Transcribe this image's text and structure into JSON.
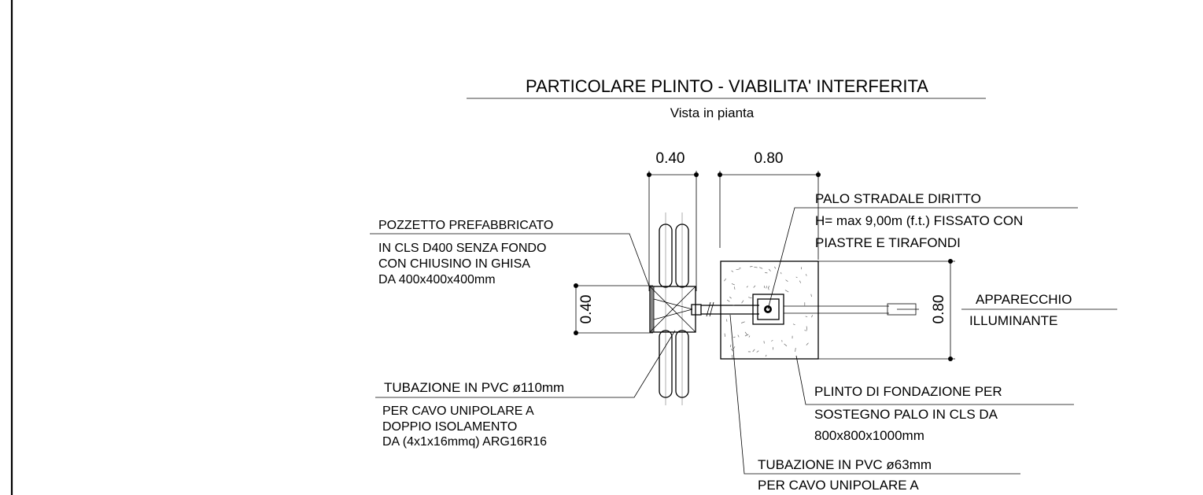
{
  "title": "PARTICOLARE PLINTO - VIABILITA' INTERFERITA",
  "subtitle": "Vista in pianta",
  "dimensions": {
    "pozzetto_width": "0.40",
    "plinto_width": "0.80",
    "pozzetto_height": "0.40",
    "plinto_height": "0.80"
  },
  "labels": {
    "palo": [
      "PALO STRADALE DIRITTO",
      "H= max 9,00m (f.t.) FISSATO CON",
      "PIASTRE E TIRAFONDI"
    ],
    "pozzetto": [
      "POZZETTO PREFABBRICATO",
      "IN CLS D400 SENZA FONDO",
      "CON CHIUSINO IN GHISA",
      "DA 400x400x400mm"
    ],
    "apparecchio": [
      "APPARECCHIO",
      "ILLUMINANTE"
    ],
    "tubazione_110": [
      "TUBAZIONE IN PVC ø110mm",
      "PER CAVO UNIPOLARE A",
      "DOPPIO ISOLAMENTO",
      "DA (4x1x16mmq) ARG16R16"
    ],
    "plinto": [
      "PLINTO DI FONDAZIONE PER",
      "SOSTEGNO PALO IN CLS DA",
      "800x800x1000mm"
    ],
    "tubazione_63": [
      "TUBAZIONE IN PVC ø63mm",
      "PER CAVO UNIPOLARE A"
    ]
  }
}
